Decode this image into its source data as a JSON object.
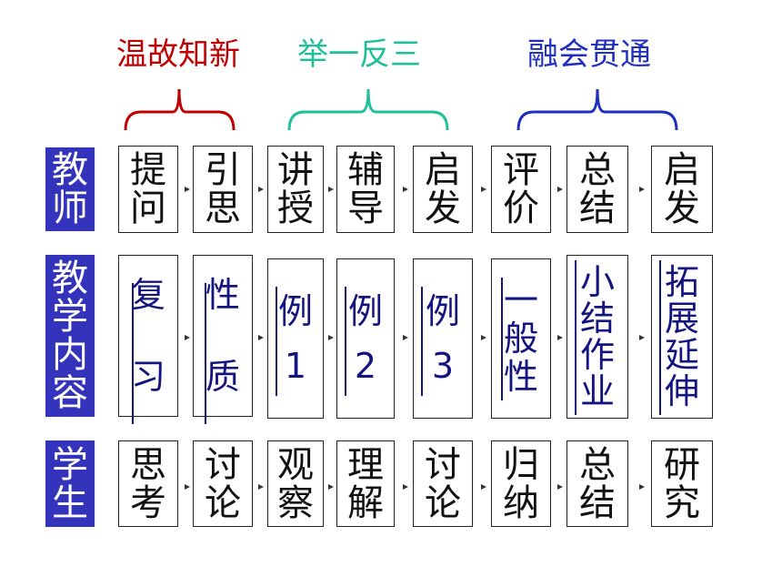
{
  "headings": [
    {
      "text": "温故知新",
      "color": "#c00000"
    },
    {
      "text": "举一反三",
      "color": "#1fbf9a"
    },
    {
      "text": "融会贯通",
      "color": "#1f2fbf"
    }
  ],
  "rows": {
    "teacher": {
      "label": "教师",
      "items": [
        "提问",
        "引思",
        "讲授",
        "辅导",
        "启发",
        "评价",
        "总结",
        "启发"
      ]
    },
    "content": {
      "label": "教学内容",
      "items": [
        "复习",
        "性质",
        "例1",
        "例2",
        "例3",
        "一般性",
        "小结作业",
        "拓展延伸"
      ]
    },
    "student": {
      "label": "学生",
      "items": [
        "思考",
        "讨论",
        "观察",
        "理解",
        "讨论",
        "归纳",
        "总结",
        "研究"
      ]
    }
  },
  "colors": {
    "label_bg": "#3333bb",
    "content_text": "#141480"
  }
}
